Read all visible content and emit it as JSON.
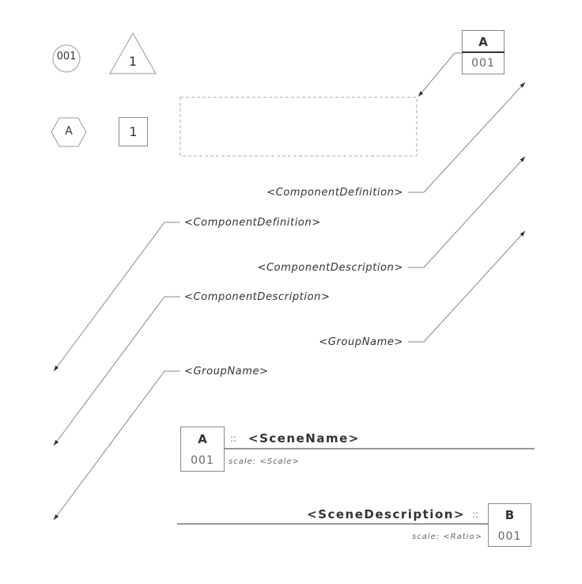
{
  "symbols": {
    "circle_id": "001",
    "triangle_num": "1",
    "hexagon_letter": "A",
    "square_num": "1"
  },
  "section_tag": {
    "letter": "A",
    "number": "001"
  },
  "labels_right": [
    "<ComponentDefinition>",
    "<ComponentDescription>",
    "<GroupName>"
  ],
  "labels_left": [
    "<ComponentDefinition>",
    "<ComponentDescription>",
    "<GroupName>"
  ],
  "scene_title": {
    "letter": "A",
    "number": "001",
    "separator": "::",
    "name": "<SceneName>",
    "scale": "scale: <Scale>"
  },
  "scene_description": {
    "letter": "B",
    "number": "001",
    "separator": "::",
    "name": "<SceneDescription>",
    "scale": "scale: <Ratio>"
  }
}
